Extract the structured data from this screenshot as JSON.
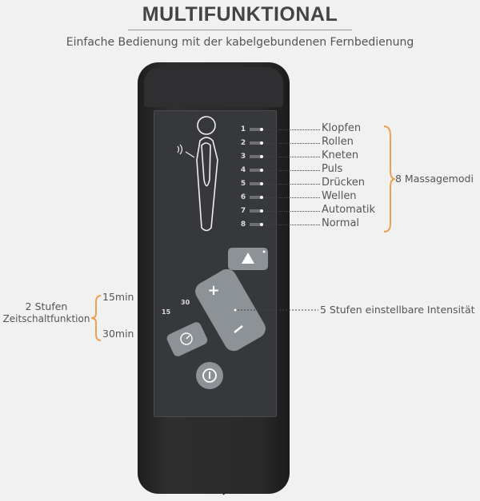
{
  "header": {
    "title": "MULTIFUNKTIONAL",
    "subtitle": "Einfache Bedienung mit der kabelgebundenen Fernbedienung"
  },
  "modes": {
    "group_label": "8 Massagemodi",
    "items": [
      {
        "number": "1",
        "label": "Klopfen"
      },
      {
        "number": "2",
        "label": "Rollen"
      },
      {
        "number": "3",
        "label": "Kneten"
      },
      {
        "number": "4",
        "label": "Puls"
      },
      {
        "number": "5",
        "label": "Drücken"
      },
      {
        "number": "6",
        "label": "Wellen"
      },
      {
        "number": "7",
        "label": "Automatik"
      },
      {
        "number": "8",
        "label": "Normal"
      }
    ]
  },
  "intensity": {
    "label": "5 Stufen einstellbare Intensität",
    "plus": "+",
    "minus": "−"
  },
  "timer": {
    "label_line1": "2 Stufen",
    "label_line2": "Zeitschaltfunktion",
    "option_1": "15min",
    "option_2": "30min",
    "panel_15": "15",
    "panel_30": "30"
  },
  "colors": {
    "accent": "#f0a050",
    "remote": "#2a2a2a",
    "button": "#8d9297"
  }
}
